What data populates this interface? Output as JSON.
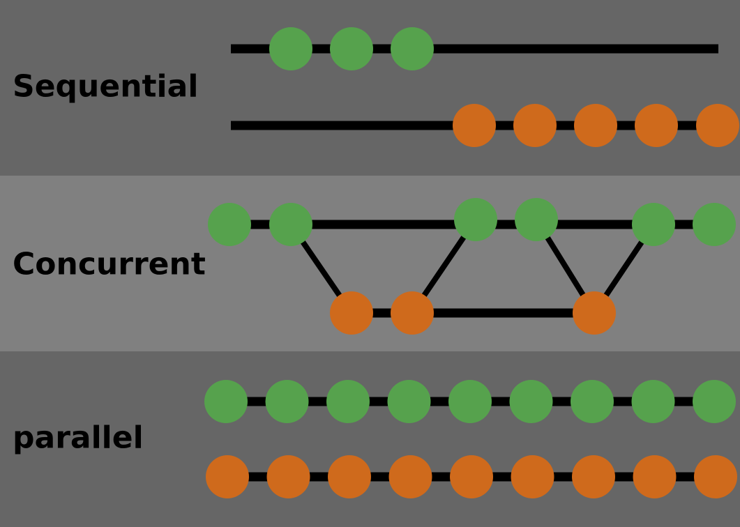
{
  "colors": {
    "band_dark": "#666666",
    "band_light": "#808080",
    "line": "#000000",
    "task_a": "#56a24d",
    "task_b": "#cf6a1c",
    "label": "#000000"
  },
  "sections": [
    {
      "id": "sequential",
      "label": "Sequential",
      "tracks": [
        {
          "color": "task_a",
          "nodes": 3
        },
        {
          "color": "task_b",
          "nodes": 5
        }
      ]
    },
    {
      "id": "concurrent",
      "label": "Concurrent",
      "tracks": [
        {
          "color": "task_a",
          "nodes": 6
        },
        {
          "color": "task_b",
          "nodes": 3
        }
      ],
      "switches": 4
    },
    {
      "id": "parallel",
      "label": "parallel",
      "tracks": [
        {
          "color": "task_a",
          "nodes": 9
        },
        {
          "color": "task_b",
          "nodes": 9
        }
      ]
    }
  ]
}
